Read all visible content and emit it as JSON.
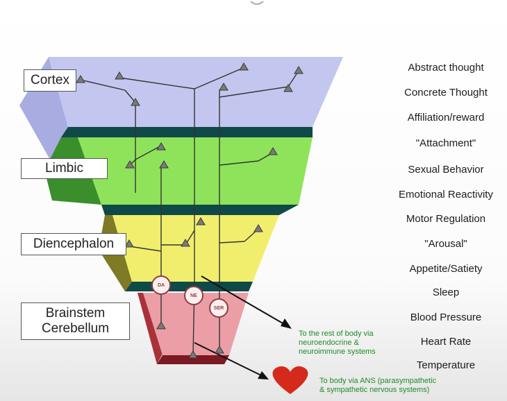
{
  "levels": {
    "cortex": "Cortex",
    "limbic": "Limbic",
    "diencephalon": "Diencephalon",
    "brainstem_line1": "Brainstem",
    "brainstem_line2": "Cerebellum"
  },
  "functions": [
    "Abstract thought",
    "Concrete Thought",
    "Affiliation/reward",
    "\"Attachment\"",
    "Sexual Behavior",
    "Emotional Reactivity",
    "Motor Regulation",
    "\"Arousal\"",
    "Appetite/Satiety",
    "Sleep",
    "Blood Pressure",
    "Heart Rate",
    "Temperature"
  ],
  "neurotransmitters": {
    "da": "DA",
    "ne": "NE",
    "ser": "SER"
  },
  "notes": {
    "neuroendocrine": [
      "To the rest of body via",
      "neuroendocrine &",
      "neuroimmune systems"
    ],
    "ans": [
      "To body via ANS (parasympathetic",
      "& sympathetic nervous systems)"
    ]
  },
  "colors": {
    "cortex": "#c3c7ef",
    "limbic": "#8fe35a",
    "diencephalon": "#f1ee6e",
    "brainstem": "#eb9ea6",
    "separator": "#0f4a48",
    "note_text": "#1f8a2a",
    "heart": "#d42a1c"
  },
  "icons": {
    "neuron": "triangle-neuron-icon",
    "heart": "heart-icon"
  }
}
